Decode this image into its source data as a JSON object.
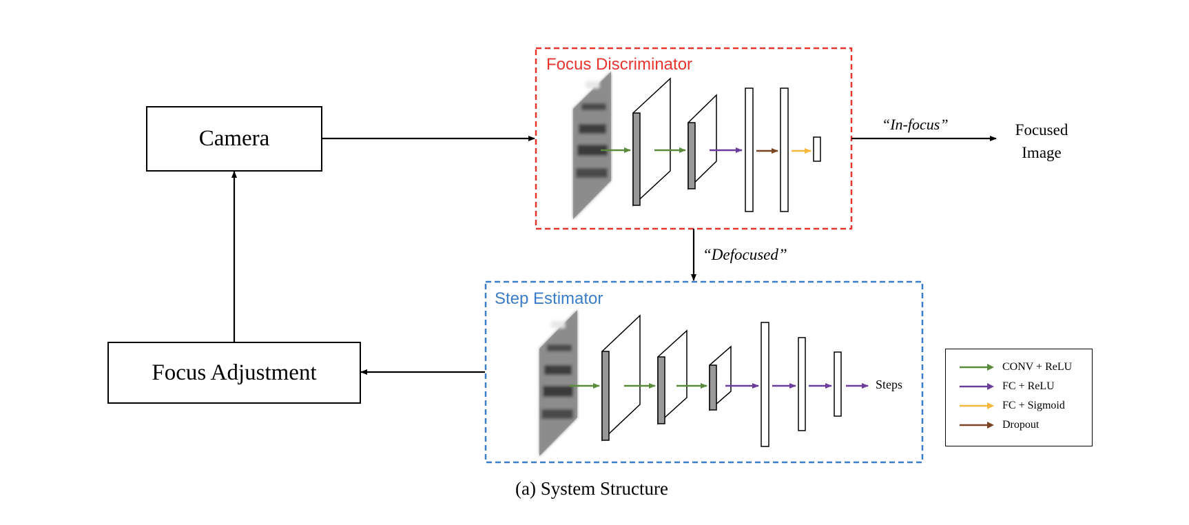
{
  "blocks": {
    "camera": "Camera",
    "focus_adjustment": "Focus Adjustment"
  },
  "frames": {
    "focus_discriminator": {
      "title": "Focus Discriminator",
      "color": "#e8342e"
    },
    "step_estimator": {
      "title": "Step Estimator",
      "color": "#3b7cc9"
    }
  },
  "labels": {
    "in_focus": "“In-focus”",
    "defocused": "“Defocused”",
    "focused_image_line1": "Focused",
    "focused_image_line2": "Image",
    "steps": "Steps"
  },
  "legend": [
    {
      "label": "CONV + ReLU",
      "color": "#5a8a3c"
    },
    {
      "label": "FC + ReLU",
      "color": "#6a3d9a"
    },
    {
      "label": "FC + Sigmoid",
      "color": "#f5b83d"
    },
    {
      "label": "Dropout",
      "color": "#7a4422"
    }
  ],
  "caption": "(a)  System Structure"
}
